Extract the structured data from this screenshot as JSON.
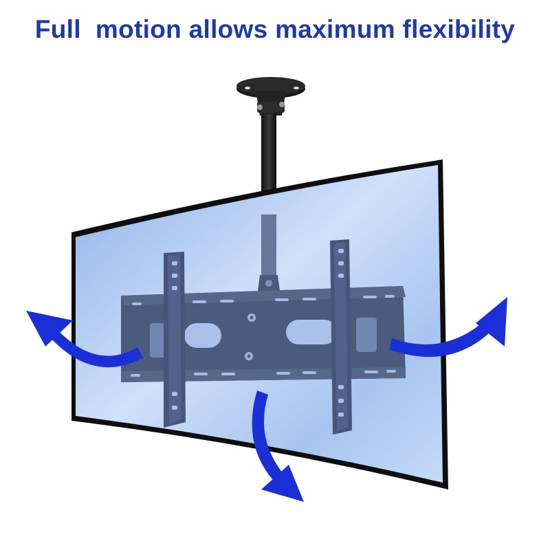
{
  "headline": "Full  motion allows maximum flexibility",
  "colors": {
    "headline": "#1d3aa6",
    "arrow": "#1a2fd6",
    "screen_light": "#dbe8fb",
    "screen_mid": "#9dbbec",
    "mount_metal": "#3f4d6e",
    "bezel": "#111111"
  },
  "icons": [
    "ceiling-plate",
    "mount-pole",
    "tv-bracket",
    "swivel-arrow-left",
    "swivel-arrow-right",
    "tilt-arrow-down"
  ]
}
